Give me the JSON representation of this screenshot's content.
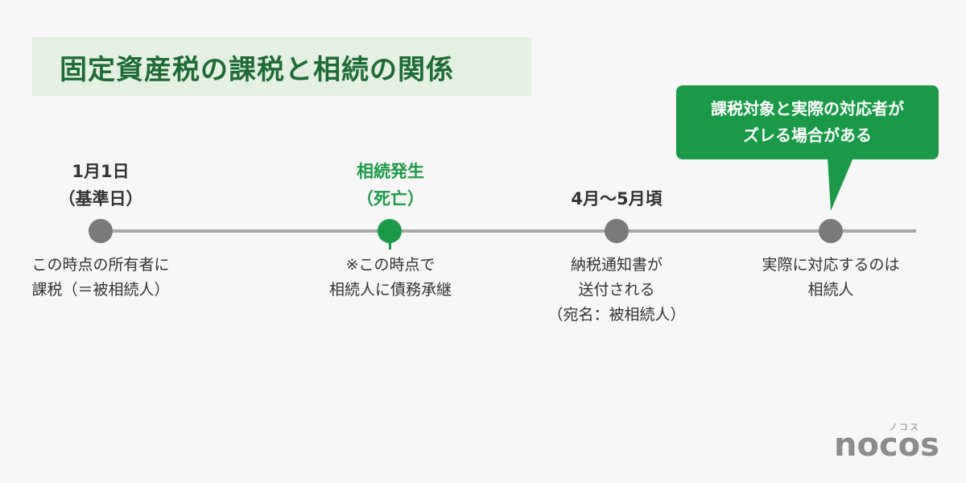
{
  "title": "固定資産税の課税と相続の関係",
  "callout": {
    "line1": "課税対象と実際の対応者が",
    "line2": "ズレる場合がある"
  },
  "points": [
    {
      "above": [
        "1月1日",
        "（基準日）"
      ],
      "desc": [
        "この時点の所有者に",
        "課税（＝被相続人）"
      ]
    },
    {
      "above": [
        "相続発生",
        "（死亡）"
      ],
      "desc": [
        "※この時点で",
        "相続人に債務承継"
      ]
    },
    {
      "above": [
        "4月〜5月頃"
      ],
      "desc": [
        "納税通知書が",
        "送付される",
        "（宛名：被相続人）"
      ]
    },
    {
      "above": [],
      "desc": [
        "実際に対応するのは",
        "相続人"
      ]
    }
  ],
  "logo": {
    "kana": "ノコス",
    "word": "nocos"
  },
  "colors": {
    "accent": "#1a9a47",
    "title": "#1f6b35",
    "title_bg": "#e4f1e2",
    "dot": "#7a7a7a",
    "line": "#a8a8a8"
  }
}
